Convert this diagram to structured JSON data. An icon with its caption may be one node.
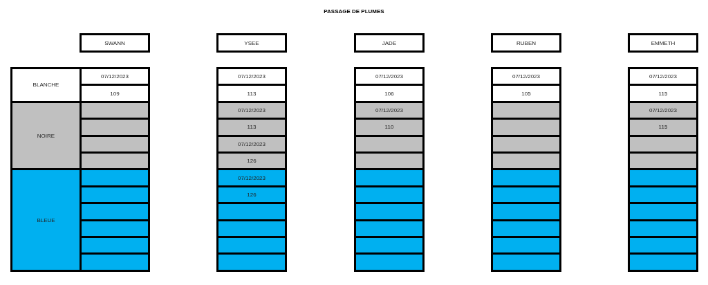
{
  "diagram": {
    "title": "PASSAGE DE PLUMES",
    "labels": [
      "SWANN",
      "YSEE",
      "JADE",
      "RUBEN",
      "EMMETH",
      "BLANCHE",
      "07/12/2023",
      "07/12/2023",
      "07/12/2023",
      "07/12/2023",
      "07/12/2023",
      "109",
      "113",
      "106",
      "105",
      "115",
      "07/12/2023",
      "07/12/2023",
      "07/12/2023",
      "NOIRE",
      "113",
      "110",
      "115",
      "07/12/2023",
      "126",
      "07/12/2023",
      "126",
      "BLEUE"
    ]
  }
}
